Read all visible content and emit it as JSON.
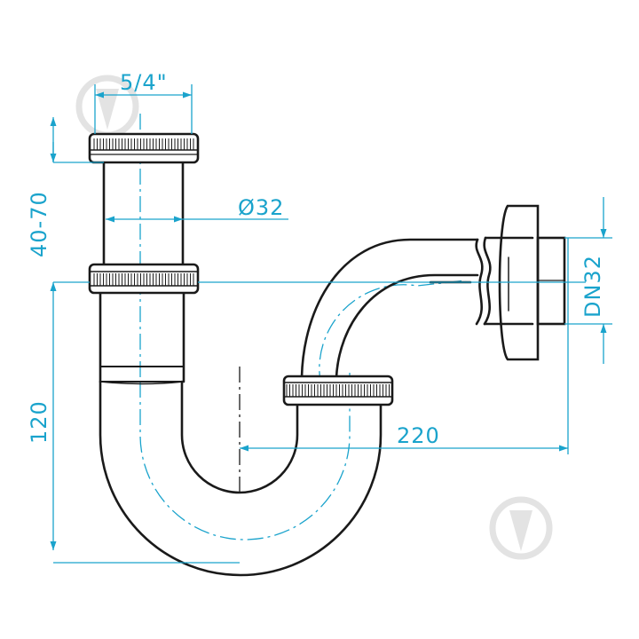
{
  "diagram": {
    "dimensions": {
      "thread_size": "5/4\"",
      "pipe_diameter": "Ø32",
      "height_adjust": "40-70",
      "depth": "120",
      "length": "220",
      "outlet": "DN32"
    },
    "colors": {
      "outline": "#1a1a1a",
      "dimension": "#1aa3cc",
      "watermark": "#e3e3e3",
      "background": "#ffffff"
    },
    "watermark_icon": "droplet-logo-icon"
  }
}
